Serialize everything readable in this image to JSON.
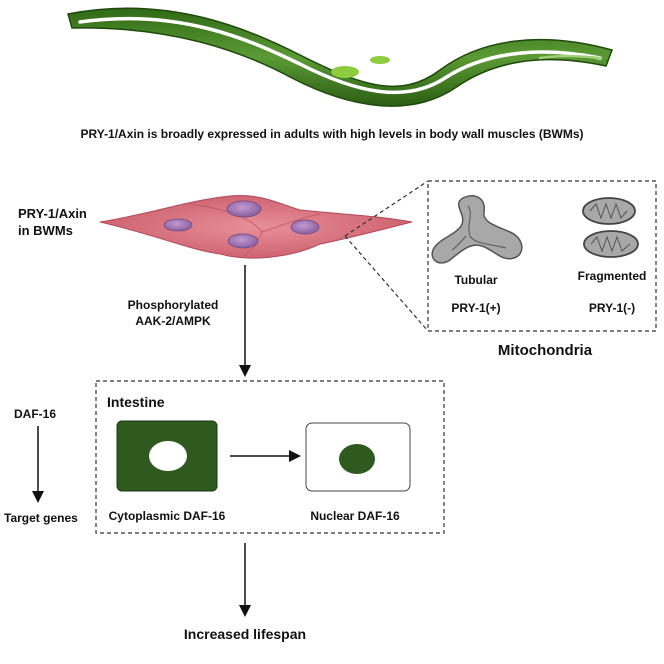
{
  "caption": "PRY-1/Axin is broadly expressed in adults with high levels in body wall muscles (BWMs)",
  "bwm_label_line1": "PRY-1/Axin",
  "bwm_label_line2": "in BWMs",
  "ampk_label_line1": "Phosphorylated",
  "ampk_label_line2": "AAK-2/AMPK",
  "mitochondria": {
    "title": "Mitochondria",
    "tubular_label": "Tubular",
    "fragmented_label": "Fragmented",
    "tubular_condition": "PRY-1(+)",
    "fragmented_condition": "PRY-1(-)"
  },
  "intestine": {
    "title": "Intestine",
    "cytoplasmic_label": "Cytoplasmic DAF-16",
    "nuclear_label": "Nuclear DAF-16"
  },
  "pathway": {
    "top": "DAF-16",
    "bottom": "Target genes"
  },
  "outcome": "Increased lifespan",
  "colors": {
    "worm": "#3d7a1e",
    "muscle_cell": "#d9727f",
    "nucleus": "#a77ab8",
    "intestinal_cell": "#2f5a1f",
    "mitochondria": "#a9a9a9"
  }
}
